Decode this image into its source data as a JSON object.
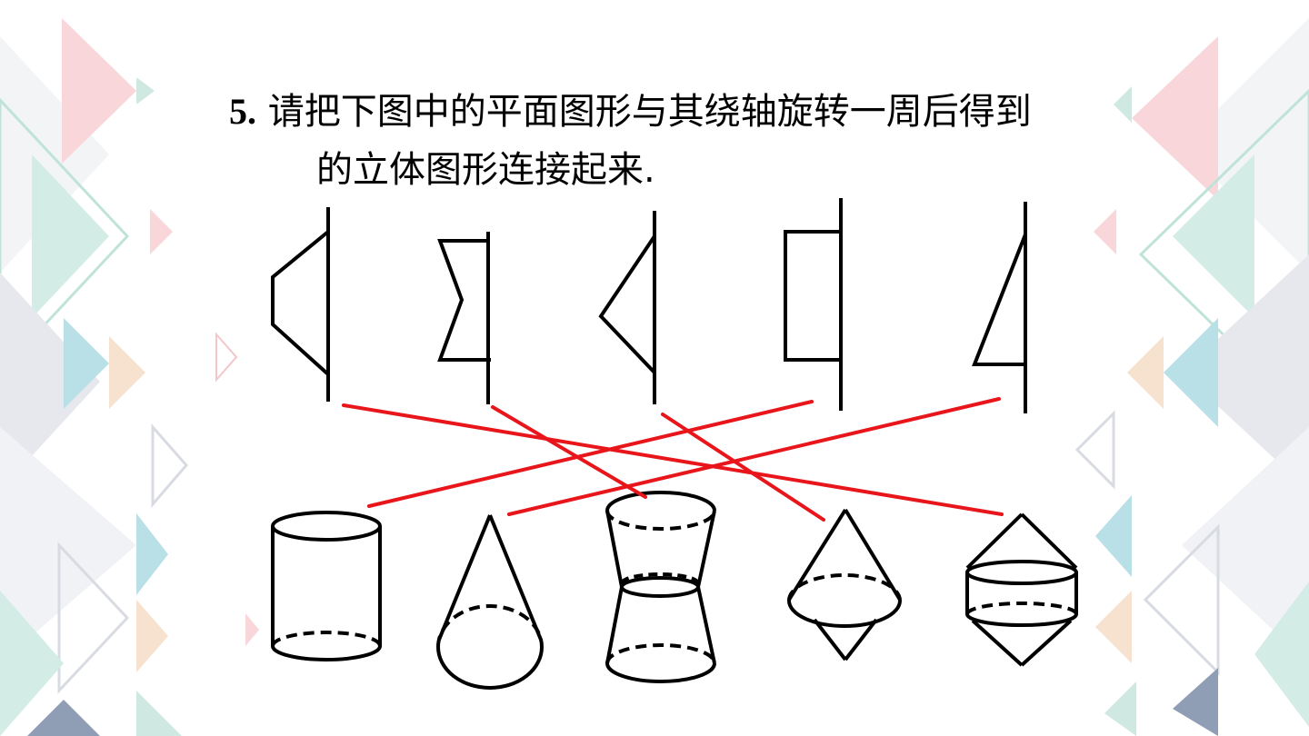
{
  "question": {
    "number": "5.",
    "text_line1": "请把下图中的平面图形与其绕轴旋转一周后得到",
    "text_line2": "的立体图形连接起来."
  },
  "colors": {
    "outline": "#000000",
    "connector": "#e8151b",
    "deco_pink": "#f4c6cc",
    "deco_teal": "#bfe3d9",
    "deco_blue": "#a9d6e2",
    "deco_gray": "#d9dbe2",
    "deco_navy": "#8f9db5",
    "deco_peach": "#f6e2cf"
  },
  "diagram": {
    "plane_figures": [
      {
        "name": "trapezoid-beside-axis"
      },
      {
        "name": "notched-shape-beside-axis"
      },
      {
        "name": "triangle-pointing-away-from-axis"
      },
      {
        "name": "rectangle-beside-axis"
      },
      {
        "name": "right-triangle-beside-axis"
      }
    ],
    "solids": [
      {
        "name": "cylinder"
      },
      {
        "name": "cone"
      },
      {
        "name": "double-frustum"
      },
      {
        "name": "double-cone"
      },
      {
        "name": "cylinder-with-cones"
      }
    ],
    "connections": [
      {
        "plane": 1,
        "solid": 5
      },
      {
        "plane": 2,
        "solid": 3
      },
      {
        "plane": 3,
        "solid": 4
      },
      {
        "plane": 4,
        "solid": 1
      },
      {
        "plane": 5,
        "solid": 2
      }
    ]
  }
}
